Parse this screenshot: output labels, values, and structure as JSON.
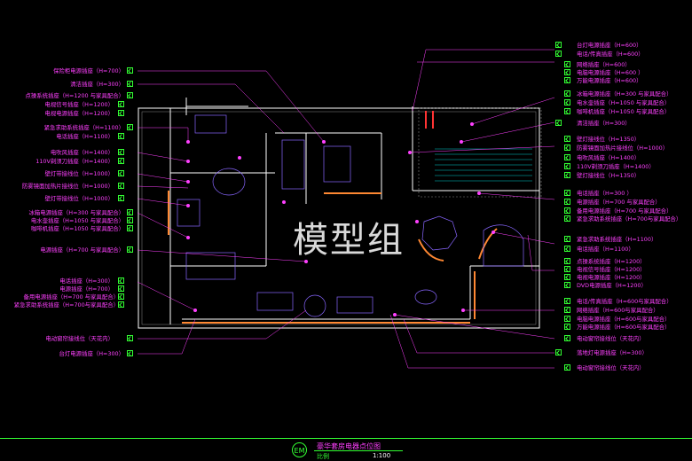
{
  "watermark": "模型组",
  "title": {
    "badge": "EM",
    "text": "豪华套房电器点位图",
    "scale_label": "比例",
    "scale_value": "1:100"
  },
  "left_labels": [
    "保险柜电源插座（H=700）",
    "清洁插座（H=300）",
    "点操系统插座（H=1200 与家具配合）",
    "电视信号插座（H=1200）",
    "电视电源插座（H=1200）",
    "紧急求助系统插座（H=1100）",
    "电话插座（H=1100）",
    "电吹风插座（H=1400）",
    "110V剃须刀插座（H=1400）",
    "壁灯带接线位（H=1000）",
    "防雾镜面加热片接线位（H=1000）",
    "壁灯带接线位（H=1000）",
    "冰箱电源插座（H=300 与家具配合）",
    "电水壶插座（H=1050 与家具配合）",
    "咖啡机插座（H=1050 与家具配合）",
    "电源插座（H=700 与家具配合）",
    "电话插座（H=300）",
    "电源插座（H=700）",
    "备用电源插座（H=700 与家具配合）",
    "紧急求助系统插座（H=700与家具配合）",
    "电动窗帘接线位（天花内）",
    "台灯电源插座（H=300）"
  ],
  "right_labels": [
    "台灯电源插座（H=600）",
    "电话/传真插座（H=600）",
    "网络插座（H=600）",
    "电脑电源插座（H=600 ）",
    "万能电源插座（H=600）",
    "冰箱电源插座（H=300 与家具配合）",
    "电水壶插座（H=1050 与家具配合）",
    "咖啡机插座（H=1050 与家具配合）",
    "清洁插座（H=300）",
    "壁灯接线位（H=1350）",
    "防雾镜面加热片接线位（H=1000）",
    "电吹风插座（H=1400）",
    "110V剃须刀插座（H=1400）",
    "壁灯接线位（H=1350）",
    "电话插座（H=300 ）",
    "电源插座（H=700 与家具配合）",
    "备用电源插座（H=700 与家具配合）",
    "紧急求助系统插座（H=700与家具配合）",
    "紧急求助系统插座（H=1100）",
    "电话插座（H=1100）",
    "点操系统插座（H=1200）",
    "电视信号插座（H=1200）",
    "电视电源插座（H=1200）",
    "DVD电源插座（H=1200）",
    "电话/传真插座（H=600与家具配合）",
    "网络插座（H=600与家具配合）",
    "电脑电源插座（H=600与家具配合）",
    "万能电源插座（H=600与家具配合）",
    "电动窗帘接线位（天花内）",
    "落地灯电源插座（H=300）",
    "电动窗帘接线位（天花内）"
  ],
  "colors": {
    "background": "#000000",
    "label": "#ff40ff",
    "symbol": "#33ff33",
    "wall": "#ffffff",
    "accent_wall": "#ff8833",
    "stair": "#00cccc",
    "furniture": "#8866ff"
  },
  "icons": [
    "socket-icon",
    "telephone-icon",
    "compass-badge-icon"
  ]
}
